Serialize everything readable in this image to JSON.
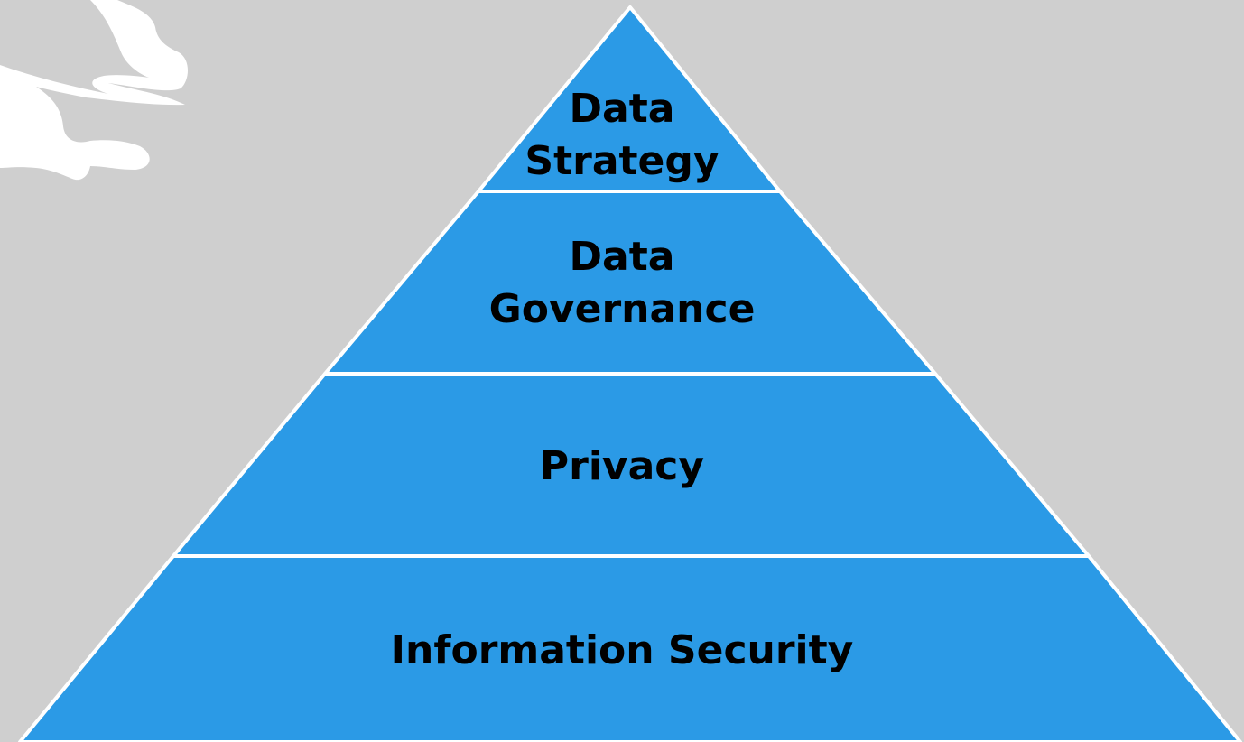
{
  "diagram": {
    "type": "pyramid",
    "layers": [
      {
        "lines": [
          "Data",
          "Strategy"
        ],
        "level": 1
      },
      {
        "lines": [
          "Data",
          "Governance"
        ],
        "level": 2
      },
      {
        "lines": [
          "Privacy"
        ],
        "level": 3
      },
      {
        "lines": [
          "Information Security"
        ],
        "level": 4
      }
    ]
  },
  "colors": {
    "background": "#cfcfcf",
    "layer_fill": "#2b9ae6",
    "layer_border": "#ffffff",
    "text": "#000000",
    "decoration": "#ffffff"
  }
}
